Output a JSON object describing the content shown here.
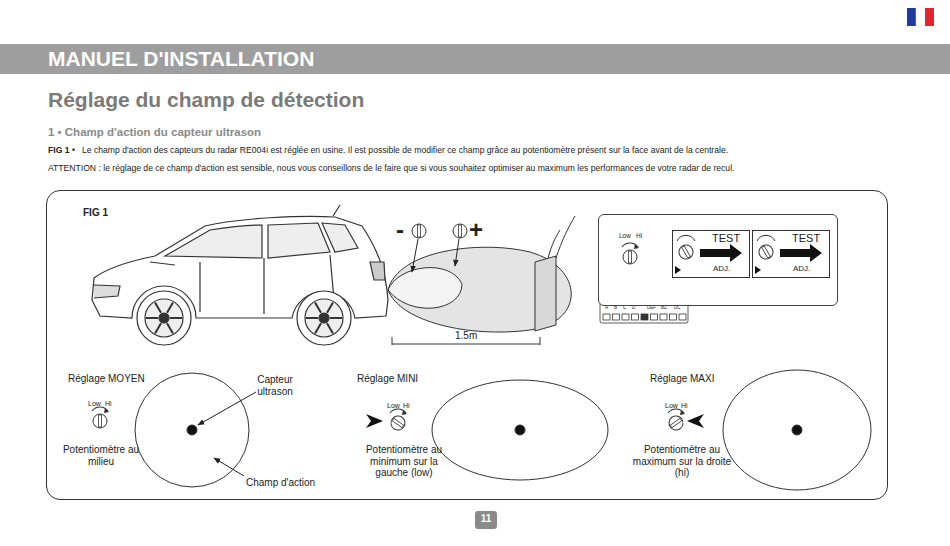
{
  "diagram": {
    "title": "MANUEL D'INSTALLATION",
    "nodes": [
      {
        "text": [
          "FIG 1"
        ]
      },
      {
        "text": [
          "Low",
          "Hi"
        ],
        "in": 0
      },
      {
        "text": [
          "TEST",
          "ADJ."
        ],
        "in": 1
      },
      {
        "text": [
          "TEST",
          "ADJ."
        ],
        "in": 1
      },
      {
        "text": [
          "11"
        ]
      }
    ],
    "labels": [
      "Réglage du champ de détection",
      "1 • Champ d'action du capteur ultrason",
      "FIG 1 •",
      "Le champ d'action des capteurs du radar RE004i est réglée en usine. Il est possible de modifier ce champ grâce au potentiomètre présent sur la face avant de la centrale.",
      "ATTENTION : le réglage de ce champ d'action est sensible, nous vous conseillons de le faire que si vous souhaitez optimiser au maximum les performances de votre radar de recul.",
      "-",
      "+",
      "1.5m",
      "A",
      "B",
      "C",
      "D",
      "DEF",
      "BZ",
      "DC",
      "Réglage MOYEN",
      "Low",
      "Hi",
      "Potentiomètre au milieu",
      "Capteur ultrason",
      "Champ d'action",
      "Réglage MINI",
      "Low",
      "Hi",
      "Potentiomètre au minimum sur la gauche (low)",
      "Réglage MAXI",
      "Low",
      "Hi",
      "Potentiomètre au maximum sur la droite (hi)"
    ]
  }
}
